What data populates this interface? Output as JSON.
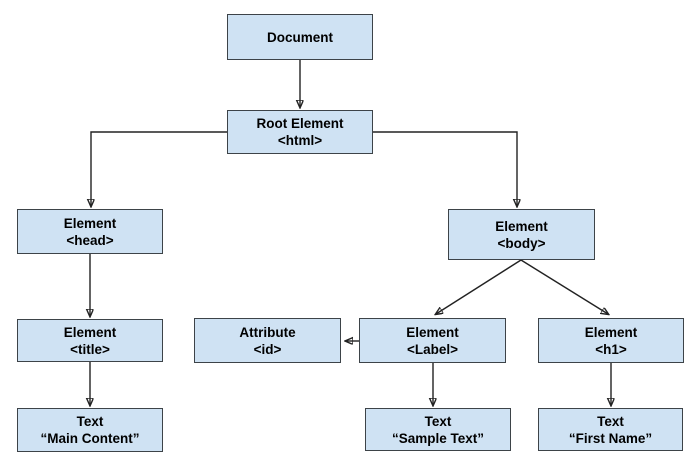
{
  "colors": {
    "background": "#ffffff",
    "node_fill": "#cfe2f3",
    "node_border": "#3d4348",
    "arrow": "#222222"
  },
  "nodes": [
    {
      "id": "document",
      "line1": "Document",
      "line2": ""
    },
    {
      "id": "root-element",
      "line1": "Root Element",
      "line2": "<html>"
    },
    {
      "id": "head",
      "line1": "Element",
      "line2": "<head>"
    },
    {
      "id": "body",
      "line1": "Element",
      "line2": "<body>"
    },
    {
      "id": "attribute-id",
      "line1": "Attribute",
      "line2": "<id>"
    },
    {
      "id": "label",
      "line1": "Element",
      "line2": "<Label>"
    },
    {
      "id": "h1",
      "line1": "Element",
      "line2": "<h1>"
    },
    {
      "id": "title",
      "line1": "Element",
      "line2": "<title>"
    },
    {
      "id": "text-main",
      "line1": "Text",
      "line2": "“Main Content”"
    },
    {
      "id": "text-sample",
      "line1": "Text",
      "line2": "“Sample Text”"
    },
    {
      "id": "text-first",
      "line1": "Text",
      "line2": "“First Name”"
    }
  ],
  "edges": [
    {
      "from": "document",
      "to": "root-element",
      "type": "arrow"
    },
    {
      "from": "root-element",
      "to": "head",
      "type": "arrow-elbow"
    },
    {
      "from": "root-element",
      "to": "body",
      "type": "arrow-elbow"
    },
    {
      "from": "head",
      "to": "title",
      "type": "arrow"
    },
    {
      "from": "title",
      "to": "text-main",
      "type": "arrow"
    },
    {
      "from": "body",
      "to": "label",
      "type": "arrow-diagonal"
    },
    {
      "from": "body",
      "to": "h1",
      "type": "arrow-diagonal"
    },
    {
      "from": "label",
      "to": "attribute-id",
      "type": "arrow"
    },
    {
      "from": "label",
      "to": "text-sample",
      "type": "arrow"
    },
    {
      "from": "h1",
      "to": "text-first",
      "type": "arrow"
    }
  ]
}
